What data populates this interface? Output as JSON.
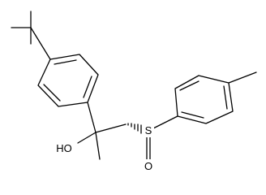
{
  "diagram": {
    "type": "skeletal chemical structure",
    "atom_labels": {
      "hydroxyl": "HO",
      "sulfur": "S",
      "oxygen": "O"
    }
  }
}
